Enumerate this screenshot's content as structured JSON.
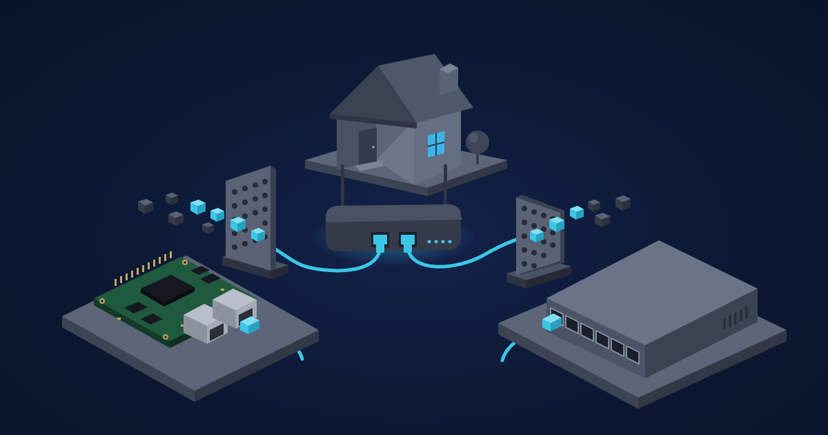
{
  "scene": {
    "items": [
      "single-board-computer",
      "firewall-left",
      "home",
      "router",
      "firewall-right",
      "network-switch"
    ],
    "router": {
      "status_leds": 4
    },
    "switch": {
      "ports": 6
    },
    "colors": {
      "background": "#0c1833",
      "accent": "#3cc6e6",
      "device_gray": "#4b5366",
      "board_green": "#1f5a3e"
    }
  }
}
